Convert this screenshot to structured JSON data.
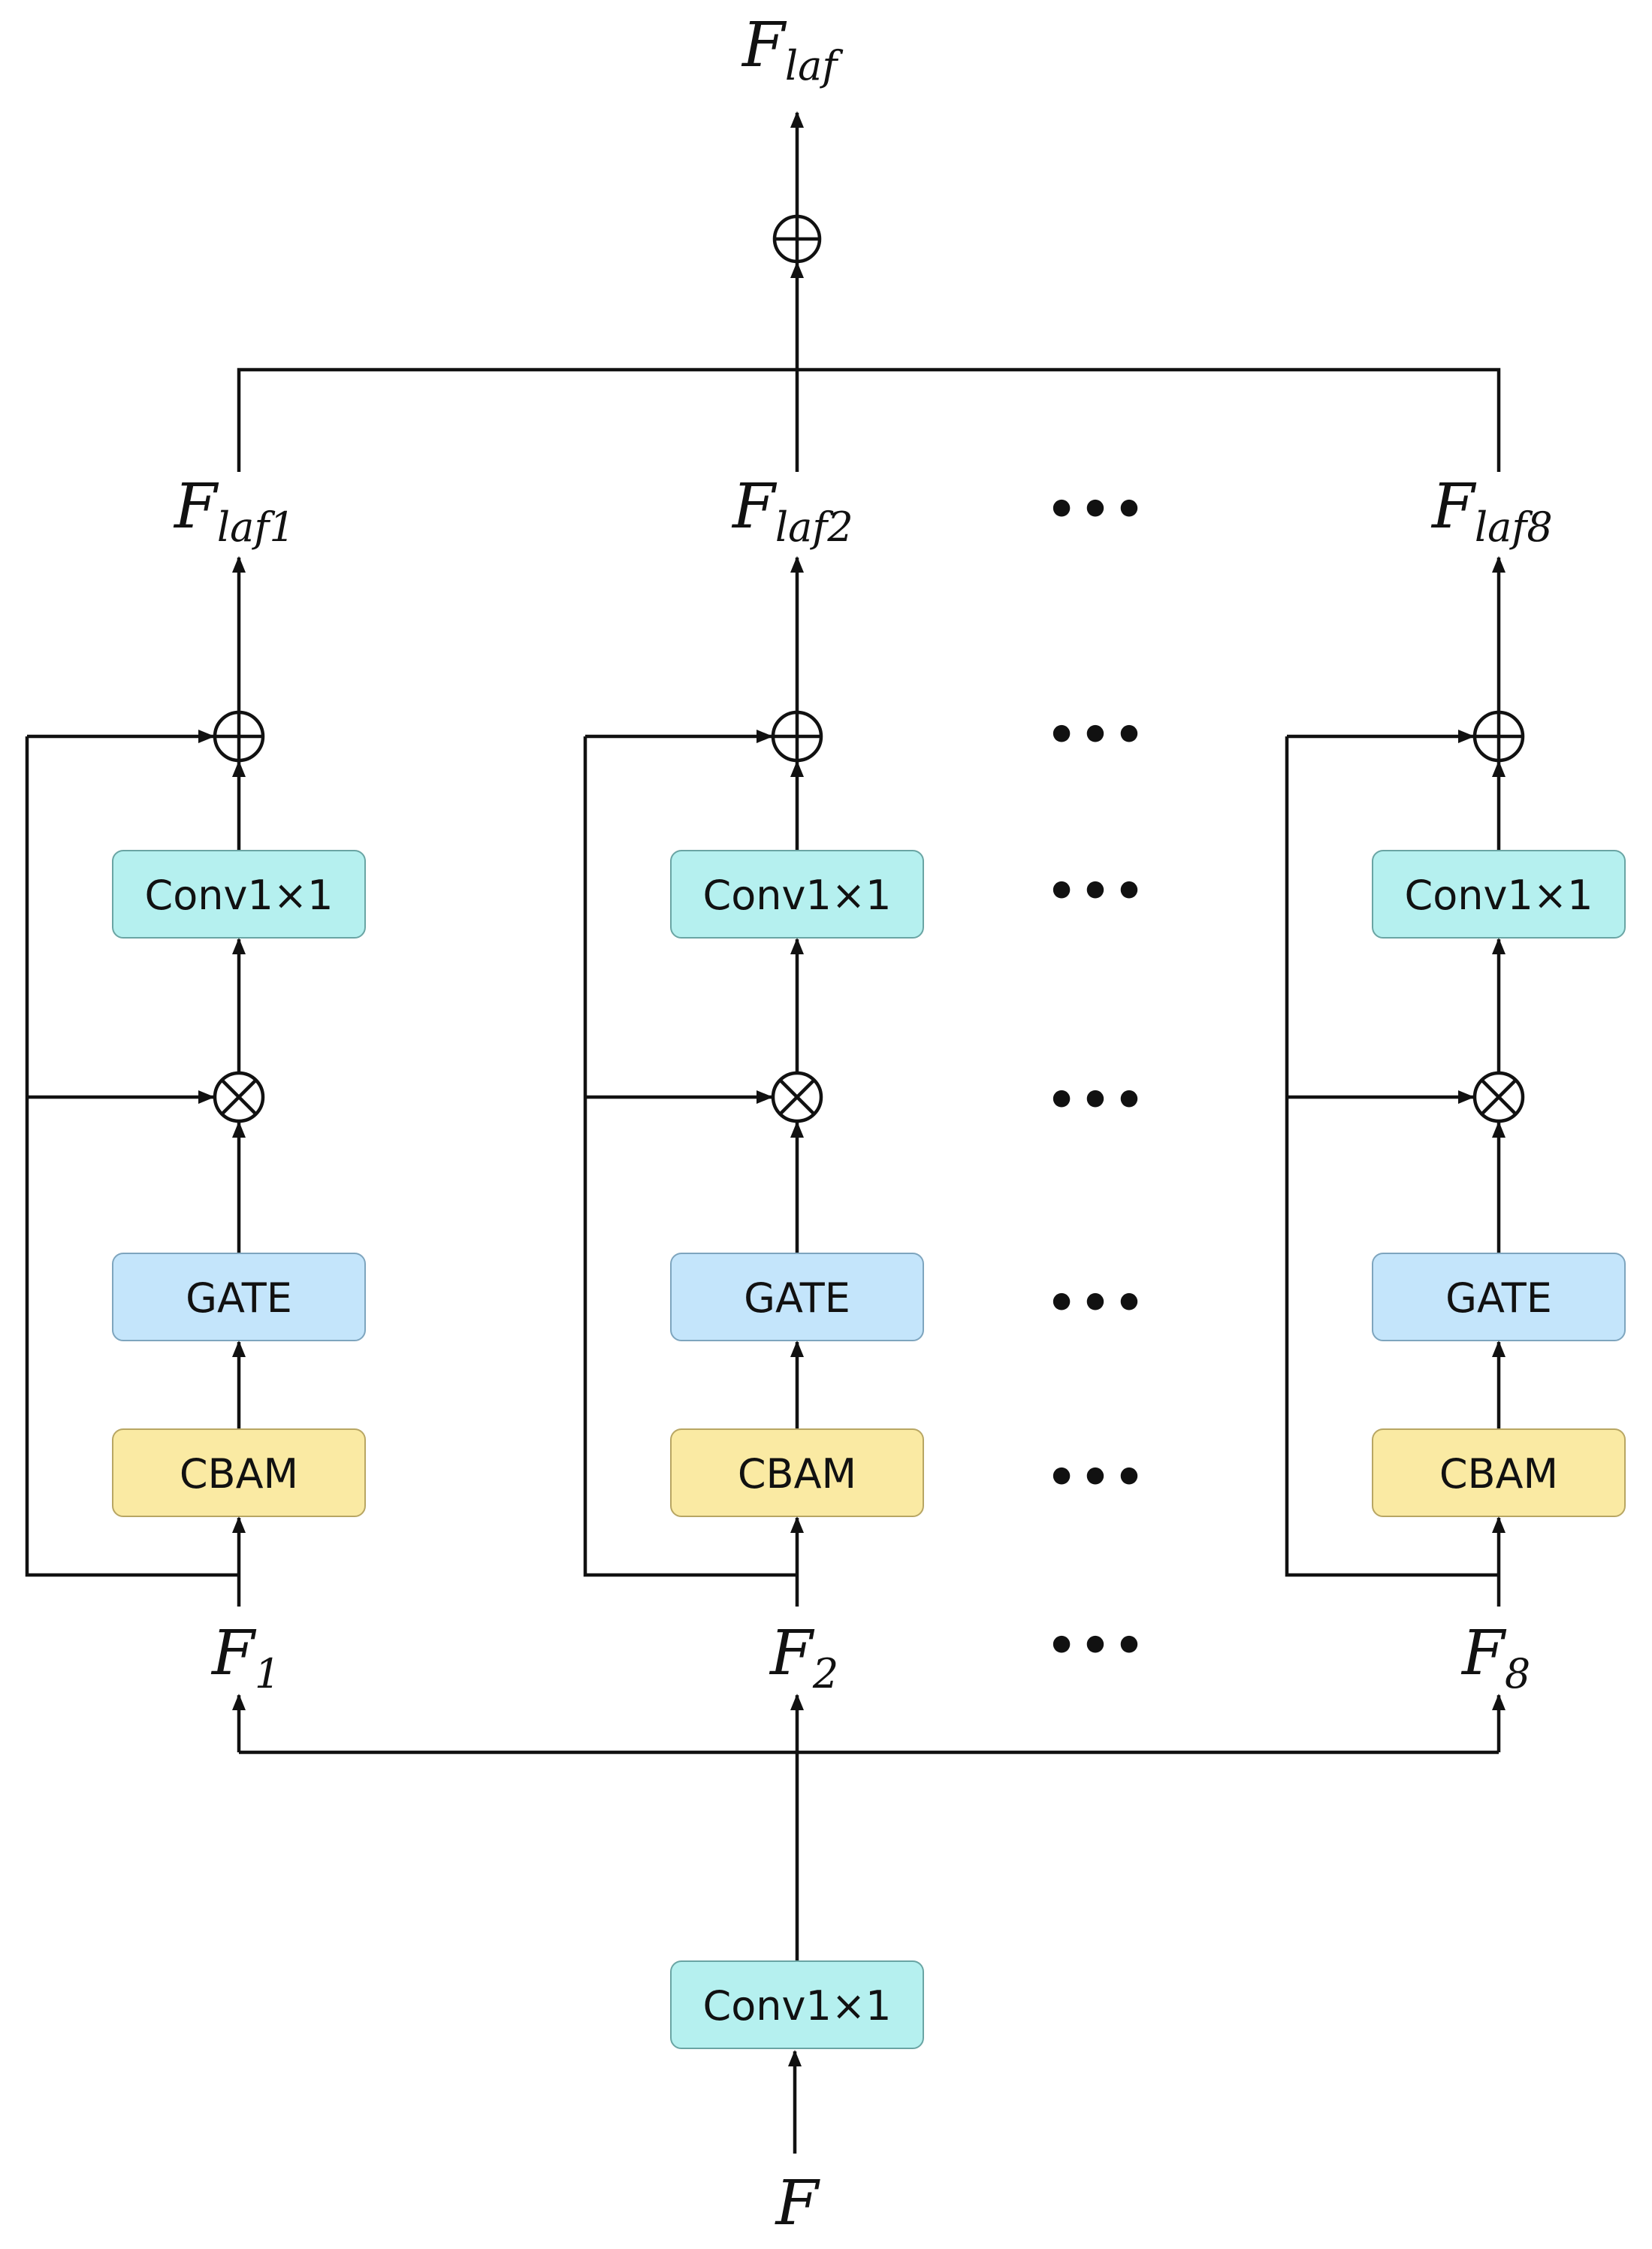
{
  "colors": {
    "conv": "#b5f0ef",
    "gate": "#c4e5fb",
    "cbam": "#faeaa3",
    "stroke": "#111111"
  },
  "branches": [
    {
      "input_main": "F",
      "input_sub": "1",
      "output_main": "F",
      "output_sub": "laf1",
      "conv_label": "Conv1×1",
      "gate_label": "GATE",
      "cbam_label": "CBAM"
    },
    {
      "input_main": "F",
      "input_sub": "2",
      "output_main": "F",
      "output_sub": "laf2",
      "conv_label": "Conv1×1",
      "gate_label": "GATE",
      "cbam_label": "CBAM"
    },
    {
      "input_main": "F",
      "input_sub": "8",
      "output_main": "F",
      "output_sub": "laf8",
      "conv_label": "Conv1×1",
      "gate_label": "GATE",
      "cbam_label": "CBAM"
    }
  ],
  "ellipsis": "•••",
  "bottom": {
    "conv_label": "Conv1×1",
    "input_label": "F"
  },
  "top": {
    "output_main": "F",
    "output_sub": "laf"
  },
  "operators": {
    "add_icon": "circled-plus",
    "multiply_icon": "circled-times"
  }
}
